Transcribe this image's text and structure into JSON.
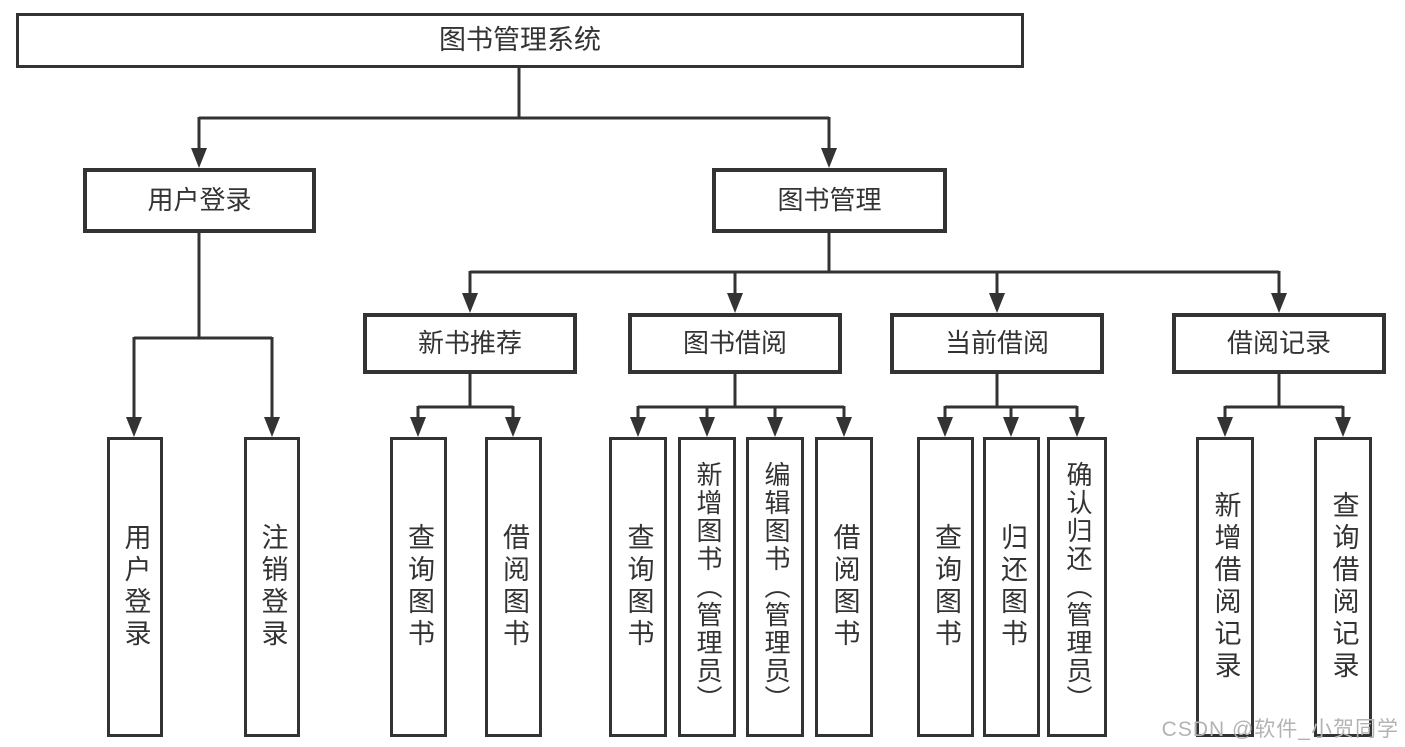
{
  "diagram": {
    "title": "图书管理系统",
    "nodes": {
      "root": "图书管理系统",
      "user_login": "用户登录",
      "book_management": "图书管理",
      "new_book_recommend": "新书推荐",
      "book_borrowing": "图书借阅",
      "current_borrowing": "当前借阅",
      "borrowing_records": "借阅记录",
      "leaf_user_login": "用户登录",
      "leaf_logout": "注销登录",
      "leaf_query_books_1": "查询图书",
      "leaf_borrow_books_1": "借阅图书",
      "leaf_query_books_2": "查询图书",
      "leaf_add_books_admin": "新增图书（管理员）",
      "leaf_edit_books_admin": "编辑图书（管理员）",
      "leaf_borrow_books_2": "借阅图书",
      "leaf_query_books_3": "查询图书",
      "leaf_return_books": "归还图书",
      "leaf_confirm_return_admin": "确认归还（管理员）",
      "leaf_add_borrow_record": "新增借阅记录",
      "leaf_query_borrow_record": "查询借阅记录"
    },
    "structure": {
      "图书管理系统": {
        "用户登录": [
          "用户登录",
          "注销登录"
        ],
        "图书管理": {
          "新书推荐": [
            "查询图书",
            "借阅图书"
          ],
          "图书借阅": [
            "查询图书",
            "新增图书（管理员）",
            "编辑图书（管理员）",
            "借阅图书"
          ],
          "当前借阅": [
            "查询图书",
            "归还图书",
            "确认归还（管理员）"
          ],
          "借阅记录": [
            "新增借阅记录",
            "查询借阅记录"
          ]
        }
      }
    },
    "colors": {
      "line": "#333333",
      "text": "#333333",
      "box_background": "#ffffff",
      "page_background": "#ffffff",
      "watermark": "#b3b3b3"
    }
  },
  "watermark": {
    "text": "CSDN @软件_小贺同学"
  }
}
